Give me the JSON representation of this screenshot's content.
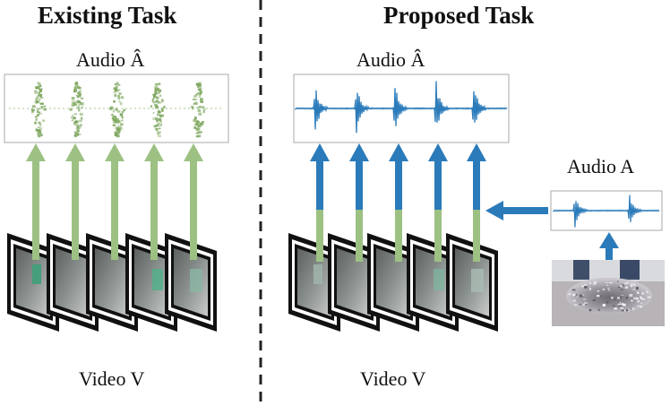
{
  "left_panel": {
    "title": "Existing Task",
    "audio_label": "Audio Â",
    "video_label": "Video V"
  },
  "right_panel": {
    "title": "Proposed Task",
    "audio_label": "Audio Â",
    "video_label": "Video V",
    "conditioning_audio_label": "Audio A"
  },
  "colors": {
    "green_arrow": "#9dc183",
    "blue_arrow": "#2b7bba",
    "divider": "#222222"
  },
  "icons": [
    "video-frame-stack-icon",
    "spectrogram-icon",
    "waveform-icon",
    "broken-glass-photo-icon"
  ]
}
